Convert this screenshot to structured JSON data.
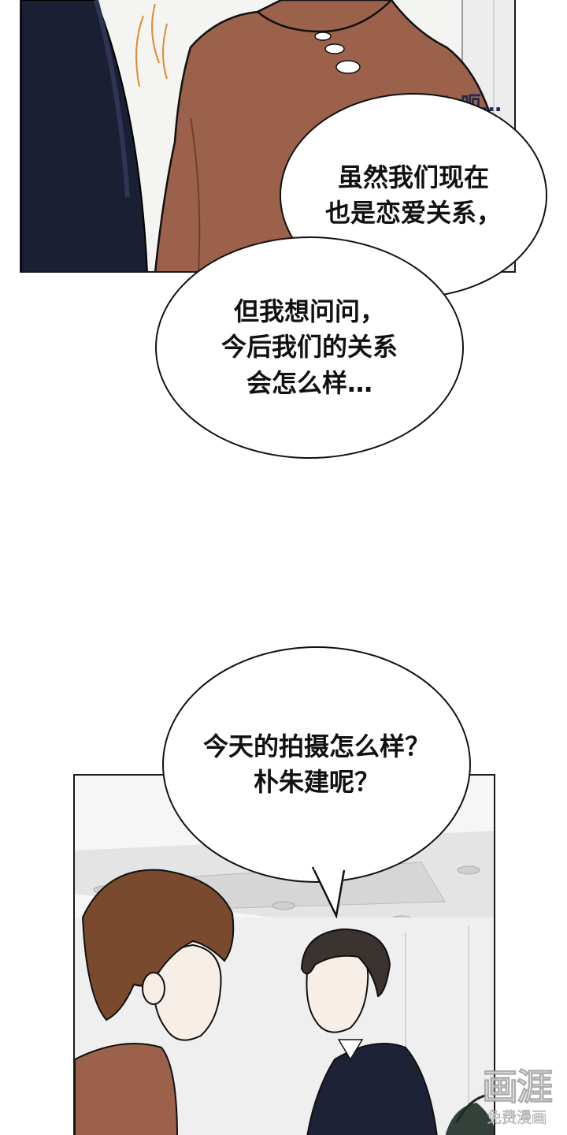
{
  "sfx": {
    "text": "呃…"
  },
  "bubbles": {
    "top_right": "虽然我们现在\n也是恋爱关系，",
    "top_left": "但我想问问，\n今后我们的关系\n会怎么样…",
    "bottom": "今天的拍摄怎么样？\n朴朱建呢？"
  },
  "watermark": {
    "logo": "画涯",
    "sub": "免费漫画"
  },
  "colors": {
    "shirt": "#9b614b",
    "suit": "#1d2236",
    "hair_brown": "#7a4a2e",
    "hair_dark": "#3a3330"
  }
}
